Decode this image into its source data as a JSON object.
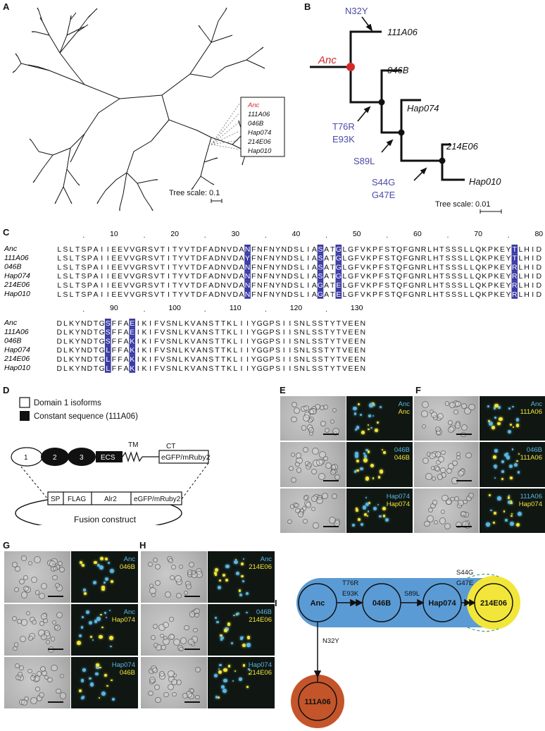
{
  "panels": {
    "A": {
      "label": "A",
      "legend": [
        "Anc",
        "111A06",
        "046B",
        "Hap074",
        "214E06",
        "Hap010"
      ],
      "scale_text": "Tree scale: 0.1"
    },
    "B": {
      "label": "B",
      "leaves": [
        "111A06",
        "046B",
        "Hap074",
        "214E06",
        "Hap010"
      ],
      "root_label": "Anc",
      "mutations": [
        [
          "N32Y"
        ],
        [
          "T76R",
          "E93K"
        ],
        [
          "S89L"
        ],
        [
          "S44G",
          "G47E"
        ]
      ],
      "scale_text": "Tree scale: 0.01"
    },
    "C": {
      "label": "C",
      "block1": {
        "ticks": [
          "10",
          "20",
          "30",
          "40",
          "50",
          "60",
          "70",
          "80"
        ],
        "rows": [
          {
            "name": "Anc",
            "seq": "LSLTSPAIIEEVVGRSVTITYVTDFADNVDANFNFNYNDSLIASATGLGFVKPFSTQFGNRLHTSSSLLQKPKEYTLHID"
          },
          {
            "name": "111A06",
            "seq": "LSLTSPAIIEEVVGRSVTITYVTDFADNVDAYFNFNYNDSLIASATGLGFVKPFSTQFGNRLHTSSSLLQKPKEYTLHID"
          },
          {
            "name": "046B",
            "seq": "LSLTSPAIIEEVVGRSVTITYVTDFADNVDANFNFNYNDSLIASATGLGFVKPFSTQFGNRLHTSSSLLQKPKEYRLHID"
          },
          {
            "name": "Hap074",
            "seq": "LSLTSPAIIEEVVGRSVTITYVTDFADNVDANFNFNYNDSLIASATGLGFVKPFSTQFGNRLHTSSSLLQKPKEYRLHID"
          },
          {
            "name": "214E06",
            "seq": "LSLTSPAIIEEVVGRSVTITYVTDFADNVDANFNFNYNDSLIAGATELGFVKPFSTQFGNRLHTSSSLLQKPKEYRLHID"
          },
          {
            "name": "Hap010",
            "seq": "LSLTSPAIIEEVVGRSVTITYVTDFADNVDANFNFNYNDSLIAGATELGFVKPFSTQFGNRLHTSSSLLQKPKEYRLHID"
          }
        ]
      },
      "block2": {
        "ticks": [
          "90",
          "100",
          "110",
          "120",
          "130"
        ],
        "rows": [
          {
            "name": "Anc",
            "seq": "DLKYNDTGSFFAEIKIFVSNLKVANSTTKLIIYGGPSIISNLSSTYTVEEN"
          },
          {
            "name": "111A06",
            "seq": "DLKYNDTGSFFAEIKIFVSNLKVANSTTKLIIYGGPSIISNLSSTYTVEEN"
          },
          {
            "name": "046B",
            "seq": "DLKYNDTGSFFAKIKIFVSNLKVANSTTKLIIYGGPSIISNLSSTYTVEEN"
          },
          {
            "name": "Hap074",
            "seq": "DLKYNDTGLFFAKIKIFVSNLKVANSTTKLIIYGGPSIISNLSSTYTVEEN"
          },
          {
            "name": "214E06",
            "seq": "DLKYNDTGLFFAKIKIFVSNLKVANSTTKLIIYGGPSIISNLSSTYTVEEN"
          },
          {
            "name": "Hap010",
            "seq": "DLKYNDTGLFFAKIKIFVSNLKVANSTTKLIIYGGPSIISNLSSTYTVEEN"
          }
        ]
      }
    },
    "D": {
      "label": "D",
      "legend_open": "Domain 1 isoforms",
      "legend_filled": "Constant sequence (111A06)",
      "domains": [
        "1",
        "2",
        "3"
      ],
      "ecs": "ECS",
      "tm": "TM",
      "ct": "CT",
      "tag": "eGFP/mRuby2",
      "construct_parts": [
        "SP",
        "FLAG",
        "Alr2",
        "eGFP/mRuby2"
      ],
      "construct_label": "Fusion construct"
    },
    "E": {
      "label": "E",
      "rows": [
        [
          "Anc",
          "Anc"
        ],
        [
          "046B",
          "046B"
        ],
        [
          "Hap074",
          "Hap074"
        ]
      ]
    },
    "F": {
      "label": "F",
      "rows": [
        [
          "Anc",
          "111A06"
        ],
        [
          "046B",
          "111A06"
        ],
        [
          "111A06",
          "Hap074"
        ]
      ]
    },
    "G": {
      "label": "G",
      "rows": [
        [
          "Anc",
          "046B"
        ],
        [
          "Anc",
          "Hap074"
        ],
        [
          "Hap074",
          "046B"
        ]
      ]
    },
    "H": {
      "label": "H",
      "rows": [
        [
          "Anc",
          "214E06"
        ],
        [
          "046B",
          "214E06"
        ],
        [
          "Hap074",
          "214E06"
        ]
      ]
    },
    "I": {
      "label": "I",
      "nodes": [
        "Anc",
        "046B",
        "Hap074",
        "214E06",
        "111A06"
      ],
      "mutations": {
        "anc_046b": [
          "T76R",
          "E93K"
        ],
        "046b_hap074": "S89L",
        "hap074_214e06": [
          "S44G",
          "G47E"
        ],
        "anc_111a06": "N32Y"
      }
    }
  },
  "colors": {
    "anc_red": "#d42a2a",
    "mut_blue": "#4a4aa8",
    "highlight": "#3b3ba6",
    "cyan": "#5ab6e0",
    "yellow": "#f2e63a",
    "orange": "#c4552a",
    "net_blue": "#5b9bd5"
  }
}
